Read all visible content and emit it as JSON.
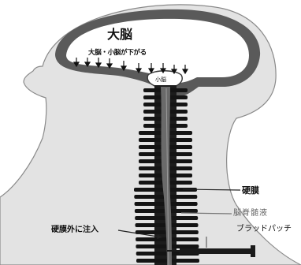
{
  "labels": {
    "cerebrum": "大脳",
    "brain_descends": "大脳・小脳が下がる",
    "cerebellum": "小脳",
    "dura": "硬膜",
    "csf": "脳脊髄液",
    "blood_patch": "ブラッドパッチ",
    "epidural_injection": "硬膜外に注入"
  },
  "colors": {
    "body_fill": "#e3e3e3",
    "brain_fill": "#5a5a5a",
    "brain_inner": "#ffffff",
    "vertebra": "#141414",
    "cord": "#6a6a6a",
    "needle": "#1a1a1a"
  },
  "icons": {
    "arrows": "down-arrow-icon"
  }
}
